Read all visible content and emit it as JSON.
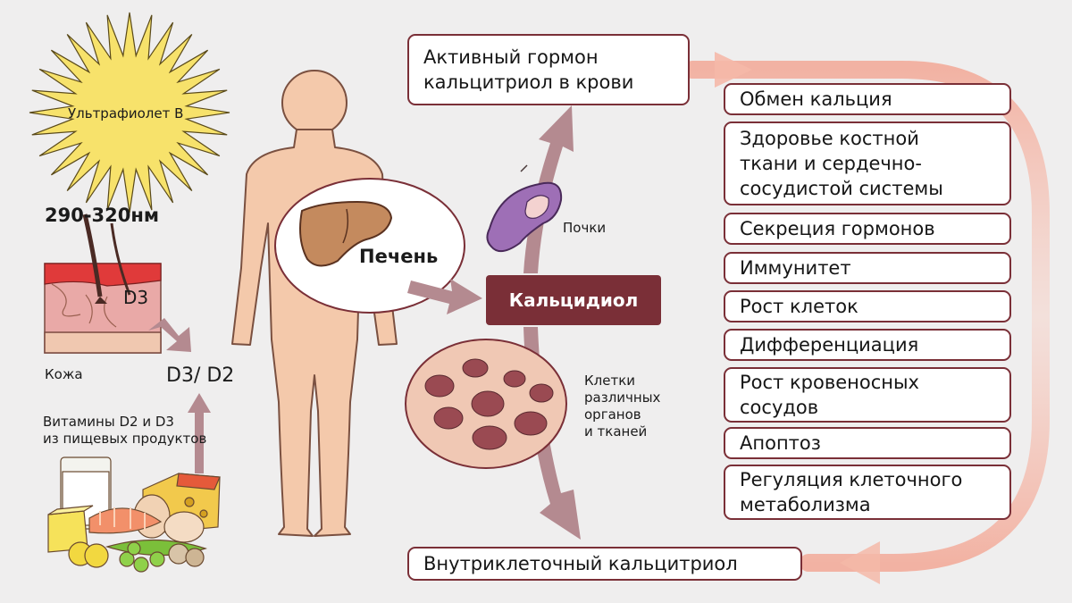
{
  "colors": {
    "accent": "#7a2f37",
    "arrow": "#b48a90",
    "body": "#f4c9ab",
    "background": "#efeeee",
    "sun": "#f7e26b"
  },
  "icons": [
    "sun-icon",
    "skin-section-icon",
    "food-group-icon",
    "human-body-icon",
    "liver-icon",
    "kidney-icon",
    "cells-icon"
  ],
  "sun": {
    "label": "Ультрафиолет B"
  },
  "wavelength": "290-320нм",
  "skin": {
    "d3_label": "D3",
    "label": "Кожа"
  },
  "d3d2": "D3/ D2",
  "food": {
    "label": "Витамины D2 и D3\nиз пищевых продуктов"
  },
  "liver": {
    "label": "Печень"
  },
  "kidney": {
    "label": "Почки"
  },
  "calcidiol": "Кальцидиол",
  "cells": {
    "label": "Клетки\nразличных\nорганов\nи тканей"
  },
  "active_hormone": "Активный гормон\nкальцитриол в крови",
  "intracellular": "Внутриклеточный кальцитриол",
  "effects": [
    "Обмен кальция",
    "Здоровье костной\nткани и сердечно-\nсосудистой системы",
    "Секреция гормонов",
    "Иммунитет",
    "Рост клеток",
    "Дифференциация",
    "Рост кровеносных\nсосудов",
    "Апоптоз",
    "Регуляция клеточного\nметаболизма"
  ]
}
